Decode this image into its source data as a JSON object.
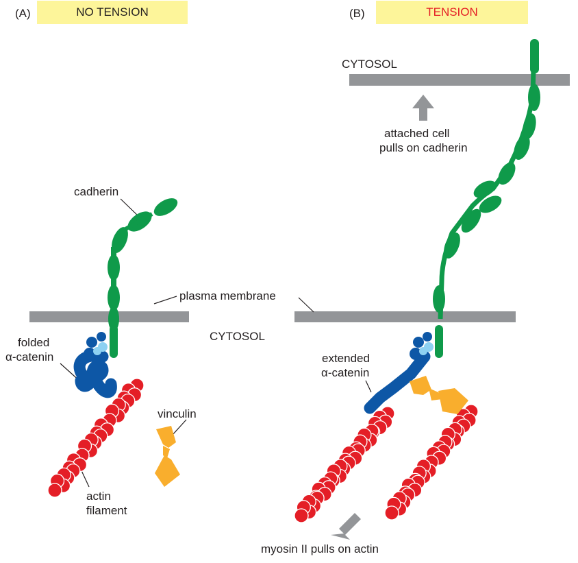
{
  "panel_a": {
    "letter": "(A)",
    "banner": "NO TENSION",
    "labels": {
      "cadherin": "cadherin",
      "plasma_membrane": "plasma membrane",
      "folded_line1": "folded",
      "folded_line2": "α-catenin",
      "vinculin": "vinculin",
      "actin_line1": "actin",
      "actin_line2": "filament"
    }
  },
  "panel_b": {
    "letter": "(B)",
    "banner": "TENSION",
    "labels": {
      "cytosol_top": "CYTOSOL",
      "pull_line1": "attached cell",
      "pull_line2": "pulls on cadherin",
      "extended_line1": "extended",
      "extended_line2": "α-catenin",
      "myosin": "myosin II pulls on actin"
    }
  },
  "shared": {
    "cytosol_mid": "CYTOSOL"
  },
  "colors": {
    "banner_bg": "#fdf59a",
    "tension_text": "#e41e26",
    "cadherin": "#0f9a4a",
    "catenin_dark": "#0d57a6",
    "catenin_light": "#8dd1f2",
    "actin": "#e41e26",
    "vinculin": "#f9ae2d",
    "membrane": "#939598",
    "arrow": "#939598"
  }
}
